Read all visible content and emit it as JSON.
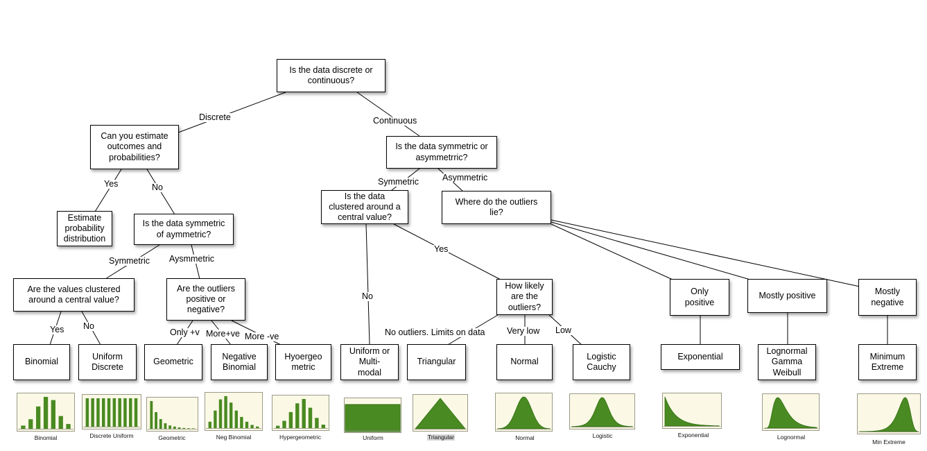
{
  "colors": {
    "curve_fill": "#4a8a22",
    "curve_stroke": "#2f6e12",
    "thumb_bg": "#fbf9e6",
    "line": "#000000"
  },
  "nodes": {
    "root": "Is the data discrete or\ncontinuous?",
    "estimate_q": "Can you estimate\noutcomes and\nprobabilities?",
    "estimate_prob": "Estimate\nprobability\ndistribution",
    "discrete_sym_q": "Is the data symmetric\nof aymmetric?",
    "discrete_clustered_q": "Are the values clustered\naround a central value?",
    "discrete_outliers_q": "Are the outliers\npositive or\nnegative?",
    "binomial": "Binomial",
    "uniform_discrete": "Uniform\nDiscrete",
    "geometric": "Geometric",
    "negative_binomial": "Negative\nBinomial",
    "hypergeometric": "Hyoergeo\nmetric",
    "cont_sym_q": "Is the data symmetric or\nasymmetrric?",
    "cont_clustered_q": "Is the data\nclustered around a\ncentral value?",
    "cont_outliers_q": "Where do the outliers\nlie?",
    "uniform_multimodal": "Uniform or\nMulti-\nmodal",
    "likely_outliers_q": "How likely\nare the\noutliers?",
    "only_positive": "Only\npositive",
    "mostly_positive": "Mostly positive",
    "mostly_negative": "Mostly\nnegative",
    "triangular": "Triangular",
    "normal": "Normal",
    "logistic_cauchy": "Logistic\nCauchy",
    "exponential": "Exponential",
    "lognormal_gamma_weibull": "Lognormal\nGamma\nWeibull",
    "minimum_extreme": "Minimum\nExtreme"
  },
  "edge_labels": {
    "discrete": "Discrete",
    "continuous": "Continuous",
    "yes_estimate": "Yes",
    "no_estimate": "No",
    "symmetric_discrete": "Symmetric",
    "aysmmetric_discrete": "Aysmmetric",
    "yes_clustered": "Yes",
    "no_clustered": "No",
    "only_plus_v": "Only +v",
    "more_plus_ve": "More+ve",
    "more_minus_ve": "More -ve",
    "symmetric_cont": "Symmetric",
    "asymmetric_cont": "Asymmetric",
    "no_cont": "No",
    "yes_cont": "Yes",
    "no_outliers": "No outliers. Limits on data",
    "very_low": "Very low",
    "low": "Low"
  },
  "thumbnails": {
    "binomial": {
      "caption": "Binomial",
      "kind": "bars",
      "values": [
        0.1,
        0.3,
        0.7,
        1.0,
        0.9,
        0.4,
        0.15
      ]
    },
    "discrete_uniform": {
      "caption": "Discrete Uniform",
      "kind": "bars",
      "values": [
        1,
        1,
        1,
        1,
        1,
        1,
        1,
        1,
        1,
        1
      ]
    },
    "geometric": {
      "caption": "Geometric",
      "kind": "bars",
      "values": [
        1.0,
        0.6,
        0.35,
        0.2,
        0.12,
        0.08,
        0.05,
        0.03,
        0.02,
        0.015
      ]
    },
    "neg_binomial": {
      "caption": "Neg Binomial",
      "kind": "bars",
      "values": [
        0.2,
        0.55,
        0.9,
        1.0,
        0.8,
        0.55,
        0.35,
        0.2,
        0.1,
        0.05
      ]
    },
    "hypergeometric": {
      "caption": "Hypergeometric",
      "kind": "bars",
      "values": [
        0.08,
        0.25,
        0.55,
        0.85,
        1.0,
        0.7,
        0.35,
        0.12
      ]
    },
    "uniform": {
      "caption": "Uniform",
      "kind": "uniform"
    },
    "triangular": {
      "caption": "Triangular",
      "kind": "triangle"
    },
    "normal": {
      "caption": "Normal",
      "kind": "normal"
    },
    "logistic": {
      "caption": "Logistic",
      "kind": "logistic"
    },
    "exponential": {
      "caption": "Exponential",
      "kind": "exponential"
    },
    "lognormal": {
      "caption": "Lognormal",
      "kind": "lognormal"
    },
    "min_extreme": {
      "caption": "Min Extreme",
      "kind": "minextreme"
    }
  }
}
